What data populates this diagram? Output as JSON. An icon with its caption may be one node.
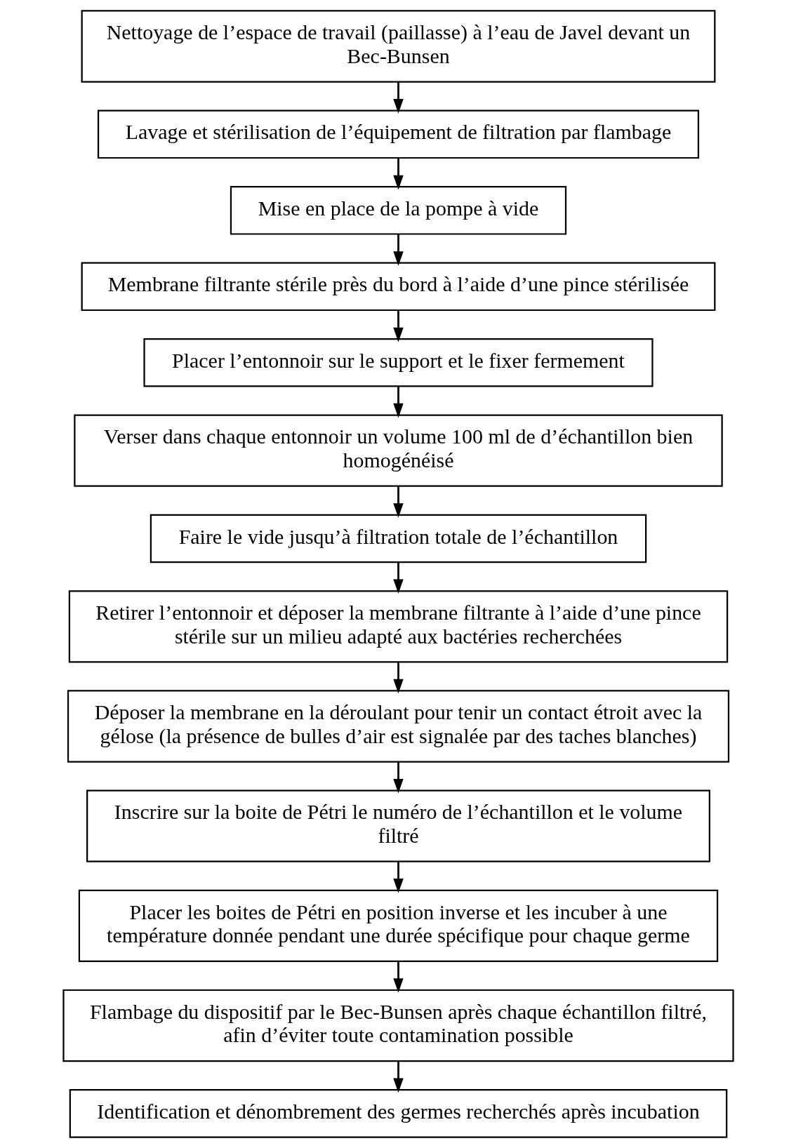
{
  "diagram": {
    "nodes": [
      {
        "text": [
          "Nettoyage de l’espace de travail (paillasse) à l’eau de Javel devant un Bec-Bunsen"
        ]
      },
      {
        "text": [
          "Lavage et stérilisation de l’équipement de filtration par flambage"
        ]
      },
      {
        "text": [
          "Mise en place de la pompe à vide"
        ]
      },
      {
        "text": [
          "Membrane filtrante stérile près du bord à l’aide d’une pince stérilisée"
        ]
      },
      {
        "text": [
          "Placer l’entonnoir sur le support et le fixer fermement"
        ]
      },
      {
        "text": [
          "Verser dans chaque entonnoir un volume 100 ml de d’échantillon bien homogénéisé"
        ]
      },
      {
        "text": [
          "Faire le vide jusqu’à filtration totale de l’échantillon"
        ]
      },
      {
        "text": [
          "Retirer l’entonnoir et déposer la membrane filtrante à l’aide d’une pince stérile sur un milieu adapté aux bactéries recherchées"
        ]
      },
      {
        "text": [
          "Déposer la membrane en la déroulant pour tenir un contact étroit avec la gélose (la présence de bulles d’air est signalée par des taches blanches)"
        ]
      },
      {
        "text": [
          "Inscrire sur la boite de Pétri le numéro de l’échantillon et le volume filtré"
        ]
      },
      {
        "text": [
          "Placer les boites de Pétri en position inverse et les incuber à une température donnée pendant une durée spécifique pour chaque germe"
        ]
      },
      {
        "text": [
          "Flambage du dispositif par le Bec-Bunsen après chaque échantillon filtré, afin d’éviter toute contamination possible"
        ]
      },
      {
        "text": [
          "Identification et dénombrement des germes recherchés après incubation"
        ]
      }
    ],
    "edges": [
      {
        "from": 0,
        "to": 1,
        "arrow": "to"
      },
      {
        "from": 1,
        "to": 2,
        "arrow": "to"
      },
      {
        "from": 2,
        "to": 3,
        "arrow": "to"
      },
      {
        "from": 3,
        "to": 4,
        "arrow": "to"
      },
      {
        "from": 4,
        "to": 5,
        "arrow": "to"
      },
      {
        "from": 5,
        "to": 6,
        "arrow": "to"
      },
      {
        "from": 6,
        "to": 7,
        "arrow": "to"
      },
      {
        "from": 7,
        "to": 8,
        "arrow": "to"
      },
      {
        "from": 8,
        "to": 9,
        "arrow": "to"
      },
      {
        "from": 9,
        "to": 10,
        "arrow": "to"
      },
      {
        "from": 10,
        "to": 11,
        "arrow": "to"
      },
      {
        "from": 11,
        "to": 12,
        "arrow": "to"
      }
    ]
  }
}
